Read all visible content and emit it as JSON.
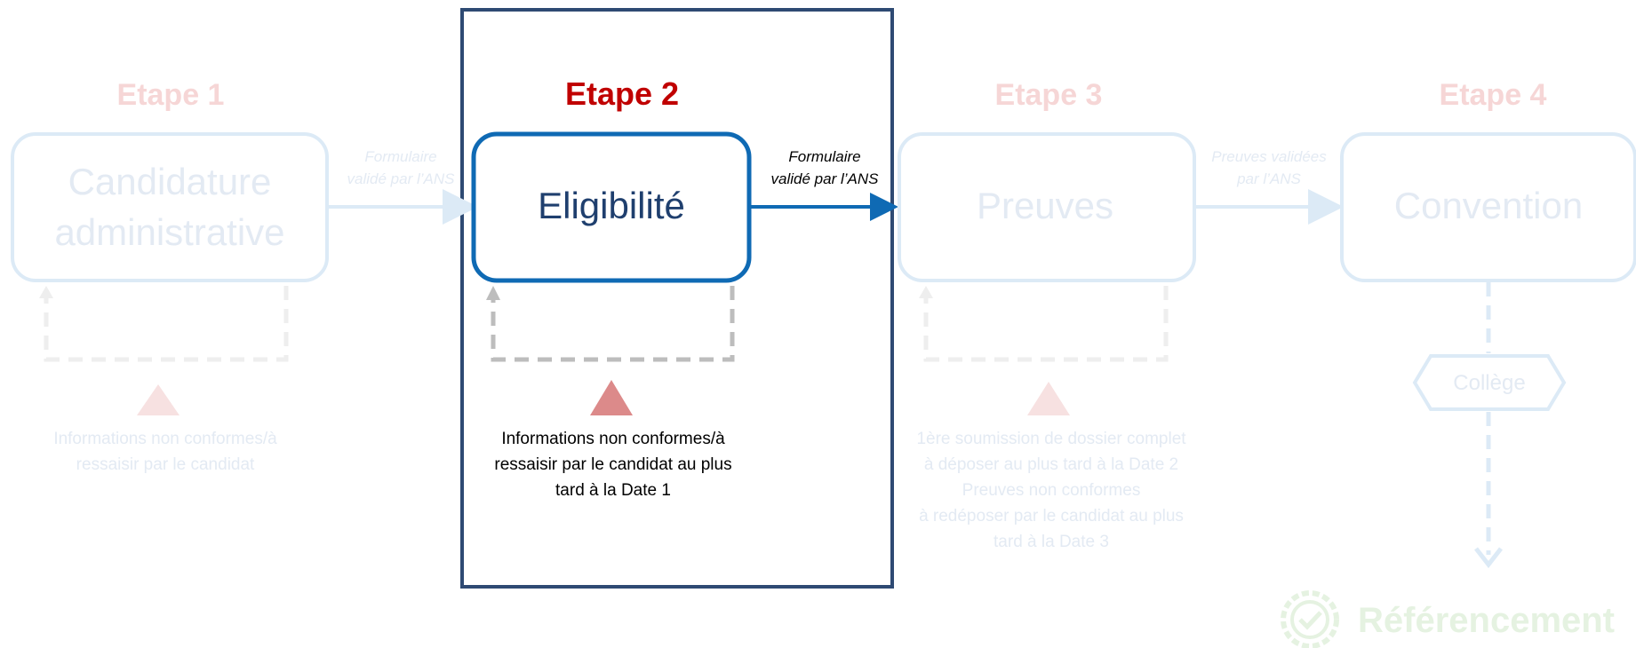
{
  "colors": {
    "accent_blue": "#0F6AB4",
    "dark_blue": "#1F3F6E",
    "frame_blue": "#2E4A73",
    "faded_blue": "#DCEAF6",
    "faded_text": "#E3EAF3",
    "red_title": "#C00000",
    "faded_red": "#F6D6D6",
    "triangle_red": "#DC8A8A",
    "faded_triangle": "#F7E1E1",
    "gray_dash": "#BDBDBD",
    "faded_dash": "#EEEEEE",
    "faded_green": "#E5F2E1"
  },
  "steps": [
    {
      "heading": "Etape 1",
      "box_lines": [
        "Candidature",
        "administrative"
      ],
      "note_lines": [
        "Informations non conformes/à",
        "ressaisir par le candidat"
      ]
    },
    {
      "heading": "Etape 2",
      "box_lines": [
        "Eligibilité"
      ],
      "note_lines": [
        "Informations non conformes/à",
        "ressaisir par le candidat au plus",
        "tard à la Date 1"
      ]
    },
    {
      "heading": "Etape 3",
      "box_lines": [
        "Preuves"
      ],
      "note_lines": [
        "1ère soumission de dossier complet",
        "à déposer au plus tard à la Date 2",
        "Preuves non conformes",
        "à redéposer par le candidat au plus",
        "tard à la Date 3"
      ]
    },
    {
      "heading": "Etape 4",
      "box_lines": [
        "Convention"
      ]
    }
  ],
  "connectors": [
    {
      "lines": [
        "Formulaire",
        "validé par l’ANS"
      ]
    },
    {
      "lines": [
        "Formulaire",
        "validé par l’ANS"
      ]
    },
    {
      "lines": [
        "Preuves validées",
        "par l’ANS"
      ]
    }
  ],
  "college": {
    "label": "Collège"
  },
  "final": {
    "label": "Référencement",
    "icon": "check-badge-icon"
  }
}
